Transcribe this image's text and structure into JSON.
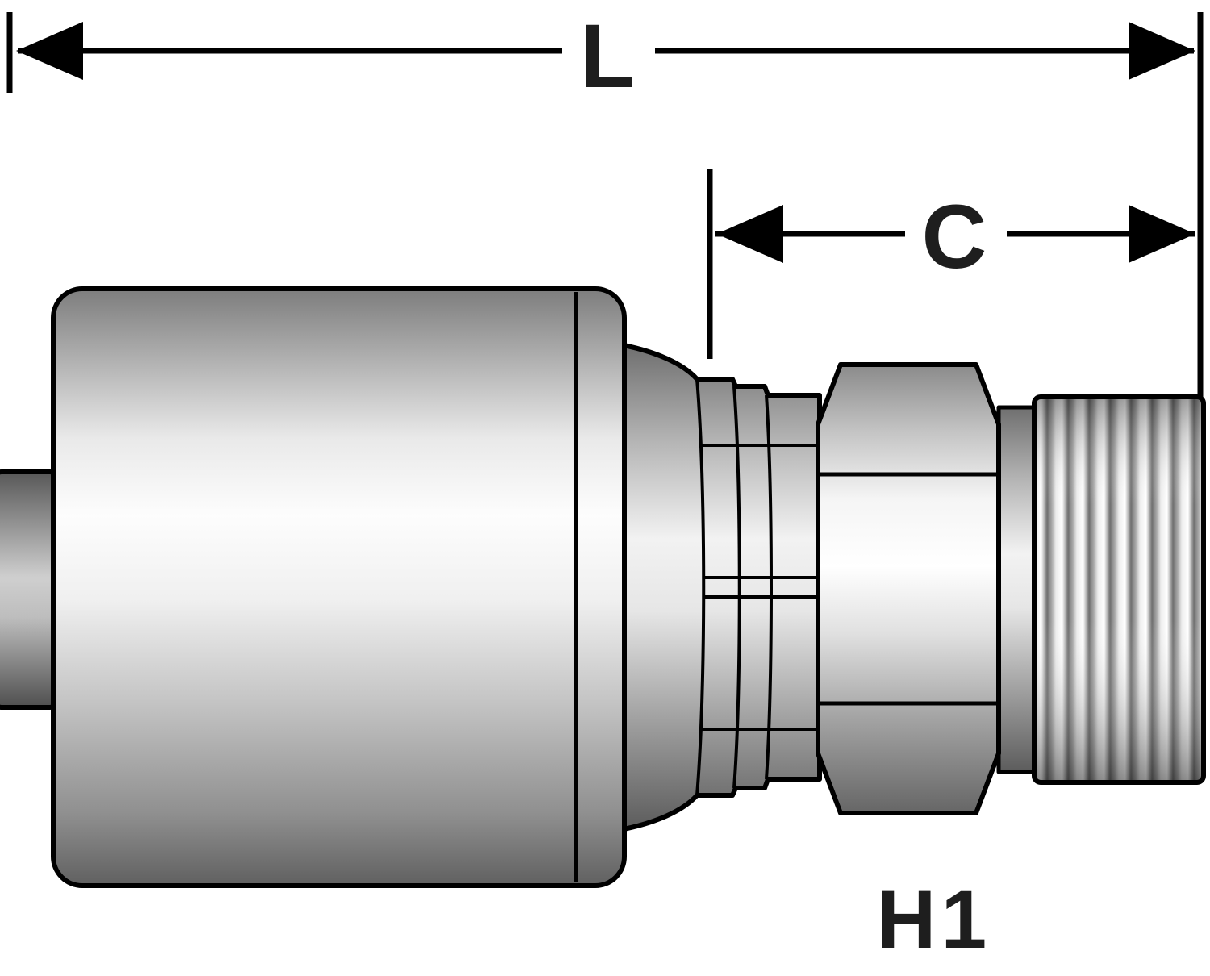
{
  "diagram": {
    "labels": {
      "length_dim": "L",
      "cutoff_dim": "C",
      "hex_size": "H1"
    },
    "colors": {
      "outline": "#000000",
      "label_text": "#1e1e1e",
      "metal_light": "#ffffff",
      "metal_mid": "#c4c4c4",
      "metal_dark": "#5f5f5f",
      "background": "#ffffff"
    }
  }
}
